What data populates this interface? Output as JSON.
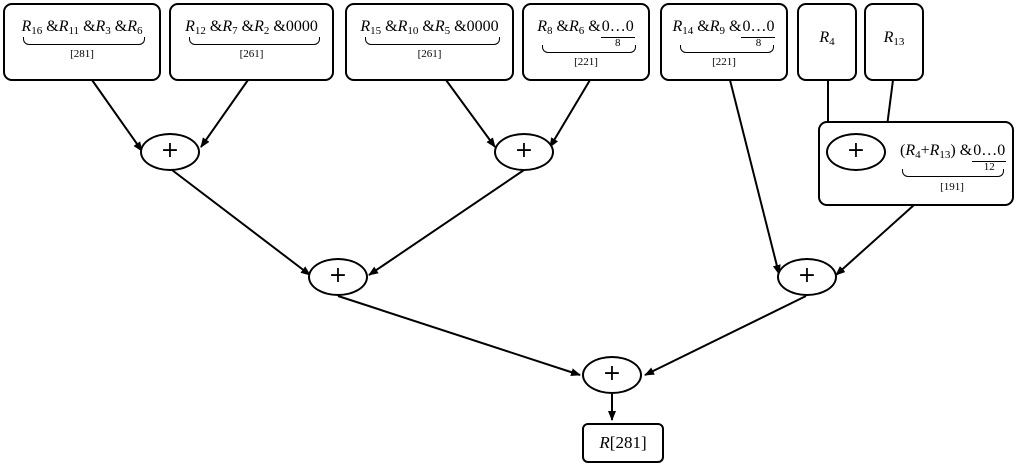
{
  "operator_symbol": "+",
  "separator": "&",
  "blocks": {
    "b1": {
      "regs": [
        "16",
        "11",
        "3",
        "6"
      ],
      "width_label": "[281]"
    },
    "b2": {
      "regs": [
        "12",
        "7",
        "2"
      ],
      "zeros": "0000",
      "width_label": "[261]"
    },
    "b3": {
      "regs": [
        "15",
        "10",
        "5"
      ],
      "zeros": "0000",
      "width_label": "[261]"
    },
    "b4": {
      "regs": [
        "8",
        "6"
      ],
      "zero_run": "0…0",
      "zero_count": "8",
      "width_label": "[221]"
    },
    "b5": {
      "regs": [
        "14",
        "9"
      ],
      "zero_run": "0…0",
      "zero_count": "8",
      "width_label": "[221]"
    },
    "b6": {
      "reg": "4"
    },
    "b7": {
      "reg": "13"
    },
    "sum_block": {
      "regs": [
        "4",
        "13"
      ],
      "plus": "+",
      "zero_run": "0…0",
      "zero_count": "12",
      "width_label": "[191]"
    }
  },
  "result": {
    "reg": "R",
    "width": "[281]"
  }
}
